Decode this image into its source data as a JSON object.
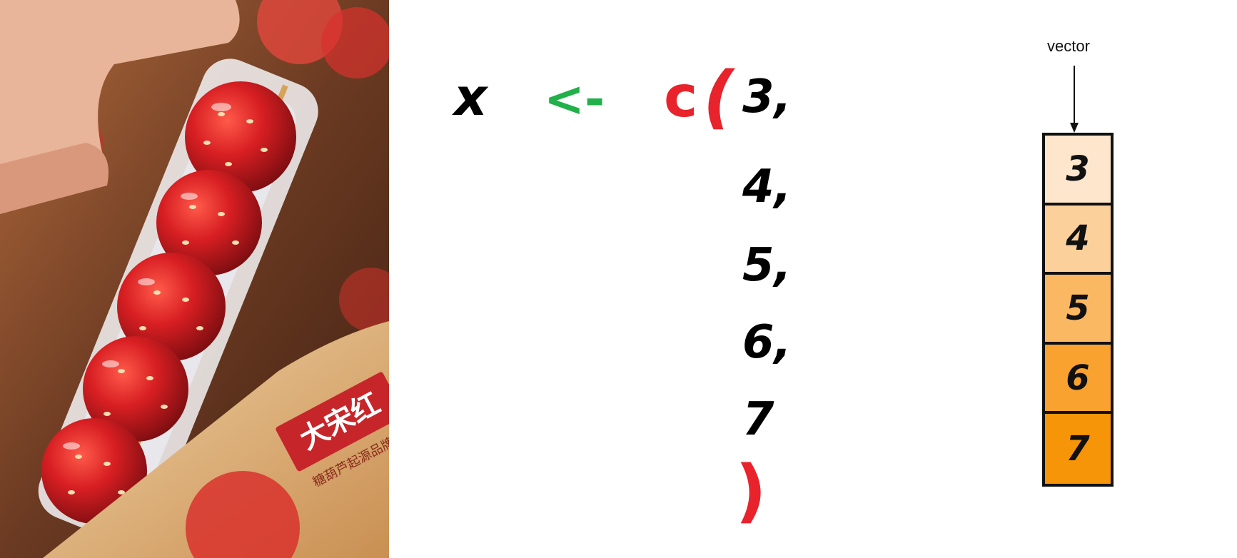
{
  "code": {
    "var": "x",
    "assign": "<-",
    "func": "c(",
    "values": [
      "3,",
      "4,",
      "5,",
      "6,",
      "7"
    ],
    "close": ")"
  },
  "vector": {
    "label": "vector",
    "cells": [
      {
        "value": "3",
        "color": "#fde6cc"
      },
      {
        "value": "4",
        "color": "#fcd09a"
      },
      {
        "value": "5",
        "color": "#fbb862"
      },
      {
        "value": "6",
        "color": "#f9a230"
      },
      {
        "value": "7",
        "color": "#f79508"
      }
    ]
  },
  "photo": {
    "package_text_main": "大宋红",
    "package_text_sub": "糖葫芦起源品牌"
  }
}
